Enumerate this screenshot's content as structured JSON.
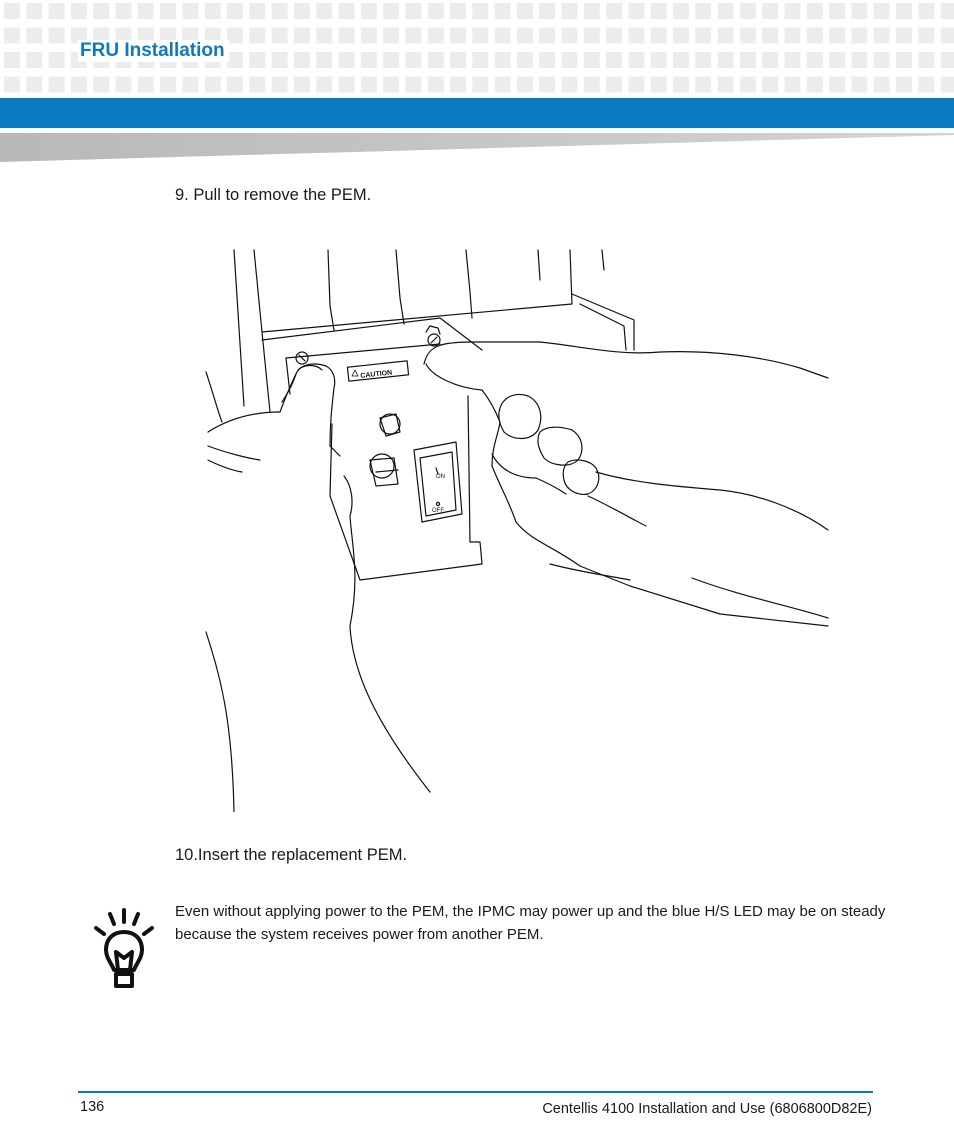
{
  "header": {
    "section_title": "FRU Installation",
    "accent_color": "#0b7bc1"
  },
  "steps": [
    {
      "text": "9.  Pull to remove the PEM."
    },
    {
      "text": "10.Insert the replacement PEM."
    }
  ],
  "figure": {
    "caution_label": "CAUTION",
    "switch_on": "ON",
    "switch_off": "OFF"
  },
  "note": {
    "icon": "lightbulb-icon",
    "text": "Even without applying power to the PEM, the IPMC may power up and the blue H/S LED may be on steady because the system receives power from another PEM."
  },
  "footer": {
    "page_number": "136",
    "doc_title": "Centellis 4100 Installation and Use (6806800D82E)"
  }
}
